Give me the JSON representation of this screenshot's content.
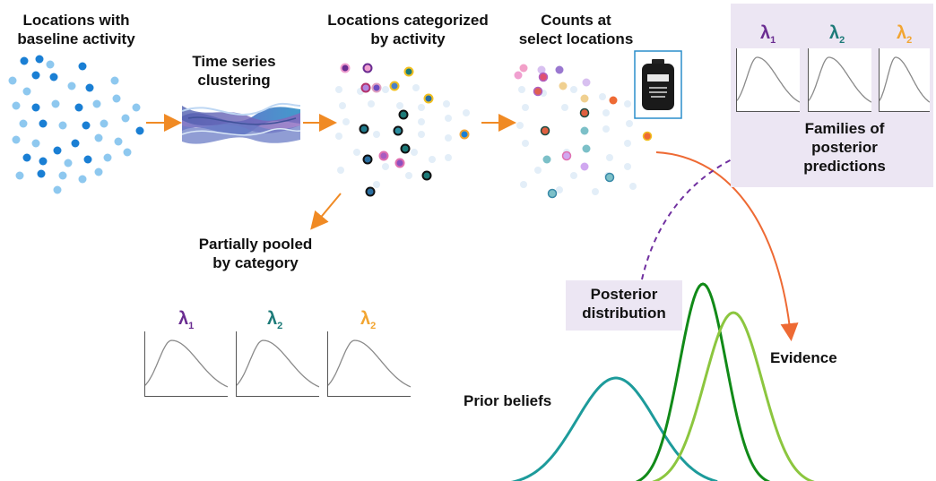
{
  "labels": {
    "baseline": [
      "Locations with",
      "baseline activity"
    ],
    "clustering": [
      "Time series",
      "clustering"
    ],
    "categorized": [
      "Locations categorized",
      "by activity"
    ],
    "counts": [
      "Counts at",
      "select locations"
    ],
    "families": [
      "Families of",
      "posterior",
      "predictions"
    ],
    "pooled": [
      "Partially pooled",
      "by category"
    ],
    "posterior": [
      "Posterior",
      "distribution"
    ],
    "evidence": "Evidence",
    "prior": "Prior beliefs"
  },
  "lambdas": [
    {
      "symbol": "λ",
      "sub": "1",
      "color": "#6a2c91"
    },
    {
      "symbol": "λ",
      "sub": "2",
      "color": "#1c7a78"
    },
    {
      "symbol": "λ",
      "sub": "2",
      "color": "#f2a531"
    }
  ],
  "colors": {
    "dark_blue": "#1a7fd4",
    "light_blue": "#8ec8ef",
    "faint": "#e3eef8",
    "arrow_orange": "#f08a24",
    "evidence_arrow": "#ee6a34",
    "posterior_arrow": "#7030a0",
    "prior_curve": "#1d9b9b",
    "posterior_curve": "#118a18",
    "evidence_curve": "#8cc63f",
    "panel_bg": "#ece6f3"
  },
  "icons": [
    "counter-device-icon",
    "arrow-icon"
  ]
}
